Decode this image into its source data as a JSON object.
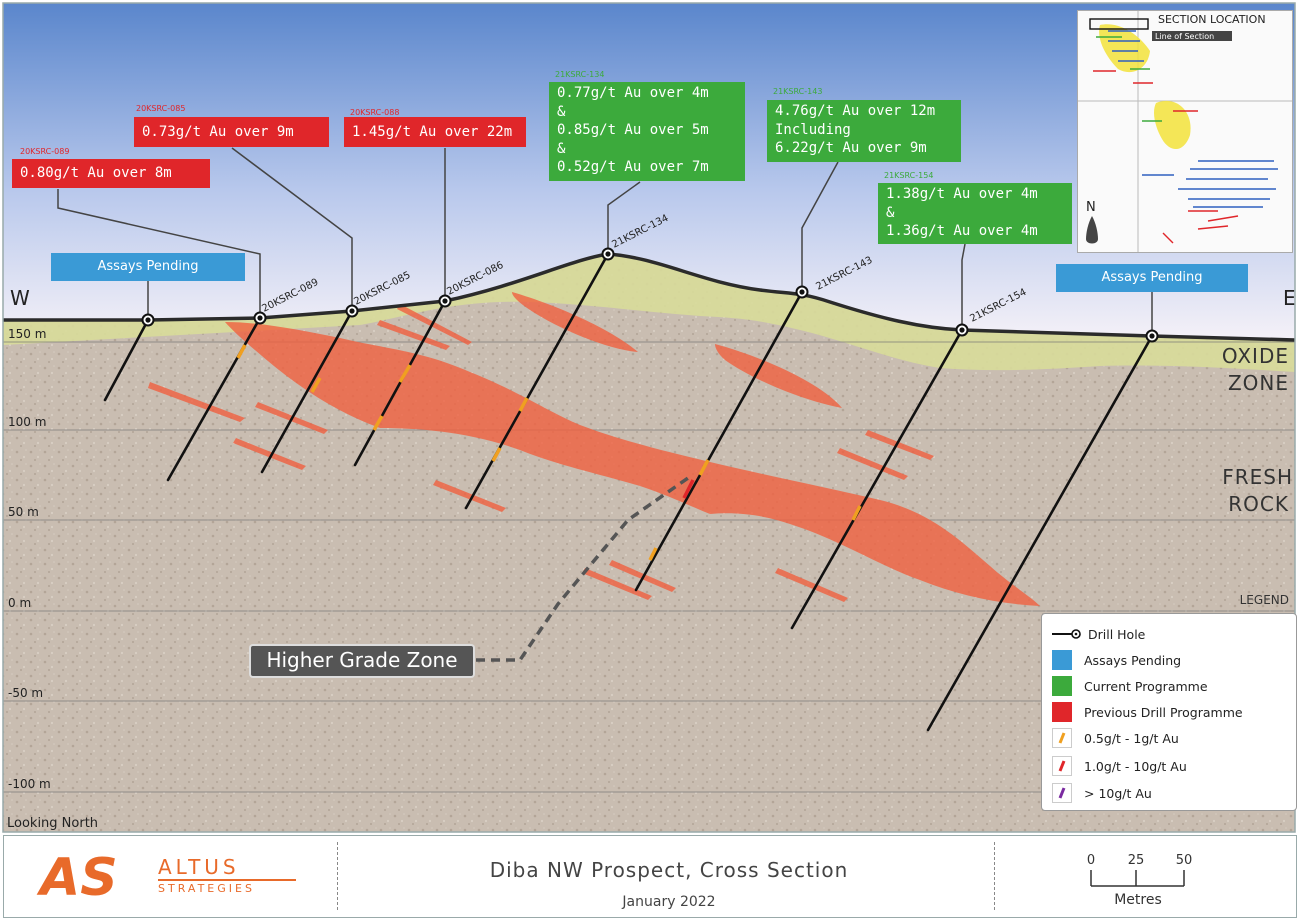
{
  "title": "Diba NW Prospect, Cross Section",
  "date": "January 2022",
  "logo": {
    "mark": "AS",
    "line1": "ALTUS",
    "line2": "STRATEGIES"
  },
  "orientation": {
    "west": "W",
    "east": "E",
    "view": "Looking North"
  },
  "elevations": [
    "150 m",
    "100 m",
    "50 m",
    "0 m",
    "-50 m",
    "-100 m"
  ],
  "zones": {
    "oxide_1": "OXIDE",
    "oxide_2": "ZONE",
    "fresh_1": "FRESH",
    "fresh_2": "ROCK"
  },
  "assay_pending": [
    "Assays Pending",
    "Assays Pending"
  ],
  "drill_holes": {
    "h089": {
      "label": "20KSRC-089",
      "tag": "20KSRC-089",
      "lines": [
        "0.80g/t Au over 8m"
      ]
    },
    "h085": {
      "label": "20KSRC-085",
      "tag": "20KSRC-085",
      "lines": [
        "0.73g/t Au over 9m"
      ]
    },
    "h086": {
      "label": "20KSRC-086",
      "tag": "20KSRC-088",
      "lines": [
        "1.45g/t Au over 22m"
      ]
    },
    "h134": {
      "label": "21KSRC-134",
      "tag": "21KSRC-134",
      "lines": [
        "0.77g/t Au over 4m",
        "&",
        "0.85g/t Au over 5m",
        "&",
        "0.52g/t Au over 7m"
      ]
    },
    "h143": {
      "label": "21KSRC-143",
      "tag": "21KSRC-143",
      "lines": [
        "4.76g/t Au over 12m",
        "Including",
        "6.22g/t Au over 9m"
      ]
    },
    "h154": {
      "label": "21KSRC-154",
      "tag": "21KSRC-154",
      "lines": [
        "1.38g/t Au over 4m",
        "&",
        "1.36g/t Au over 4m"
      ]
    }
  },
  "higher_grade_zone": "Higher Grade Zone",
  "section_location": {
    "title": "SECTION LOCATION",
    "line_label": "Line of Section",
    "north": "N"
  },
  "legend": {
    "title": "LEGEND",
    "items": [
      {
        "label": "Drill Hole",
        "kind": "drill-hole"
      },
      {
        "label": "Assays Pending",
        "kind": "swatch",
        "color": "#3a9ad6"
      },
      {
        "label": "Current Programme",
        "kind": "swatch",
        "color": "#3caa3c"
      },
      {
        "label": "Previous Drill Programme",
        "kind": "swatch",
        "color": "#e0262a"
      },
      {
        "label": "0.5g/t - 1g/t Au",
        "kind": "tick",
        "color": "#f0a020"
      },
      {
        "label": "1.0g/t - 10g/t Au",
        "kind": "tick",
        "color": "#e0262a"
      },
      {
        "label": "> 10g/t Au",
        "kind": "tick",
        "color": "#7a2aa0"
      }
    ]
  },
  "scale_bar": {
    "ticks": [
      "0",
      "25",
      "50"
    ],
    "unit": "Metres"
  },
  "colors": {
    "assay_pending": "#3a9ad6",
    "current": "#3caa3c",
    "previous": "#e0262a",
    "oxide": "#d8dc9a",
    "ore": "#f06040"
  }
}
